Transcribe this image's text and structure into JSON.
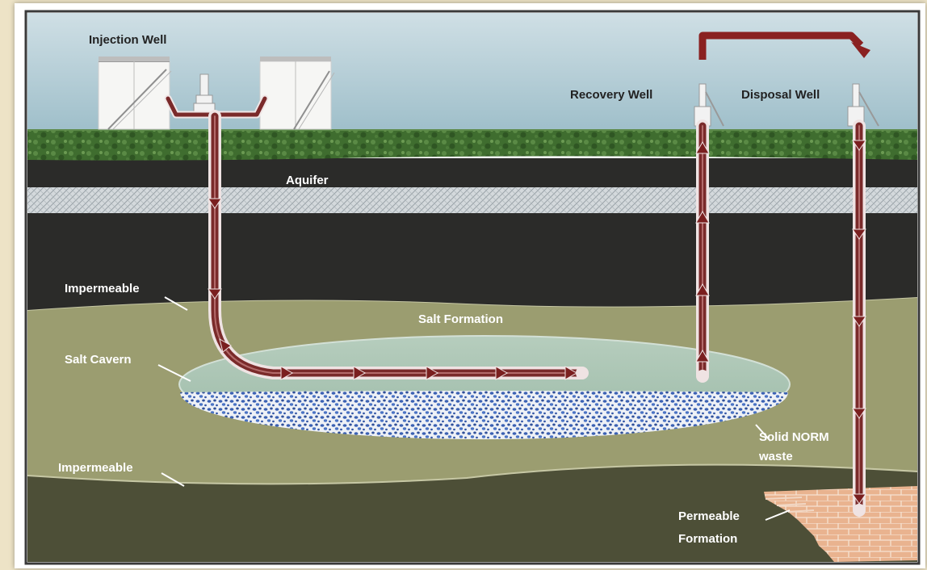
{
  "labels": {
    "injection_well": "Injection Well",
    "recovery_well": "Recovery Well",
    "disposal_well": "Disposal Well",
    "aquifer": "Aquifer",
    "impermeable_upper": "Impermeable",
    "impermeable_lower": "Impermeable",
    "salt_formation": "Salt Formation",
    "salt_cavern": "Salt Cavern",
    "solid_norm_line1": "Solid NORM",
    "solid_norm_line2": "waste",
    "permeable_line1": "Permeable",
    "permeable_line2": "Formation"
  },
  "colors": {
    "sky": "#a9c6cf",
    "grass": "#3d6b2e",
    "dark_strata": "#2a2a28",
    "aquifer_band": "#cfd5d8",
    "salt_formation": "#9a9c6e",
    "lower_layer": "#4e5038",
    "cavern": "#aac3b4",
    "pipe": "#7a2a2a",
    "norm_waste": "#3d63b4",
    "permeable_formation": "#e7b08c"
  }
}
